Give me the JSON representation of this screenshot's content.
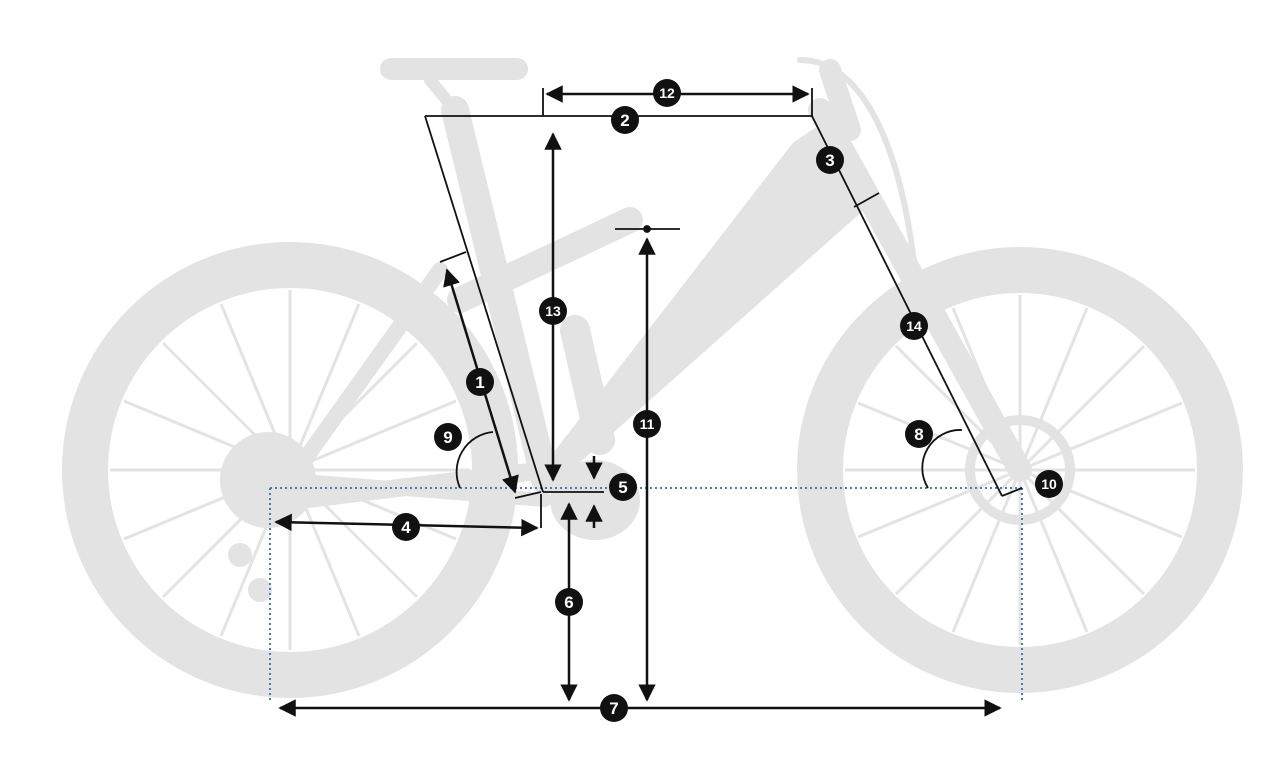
{
  "colors": {
    "silhouette": "#e3e3e3",
    "line": "#111111",
    "dotted": "#4a7bb0",
    "badge_fill": "#111111",
    "badge_text": "#ffffff"
  },
  "labels": {
    "m1": "1",
    "m2": "2",
    "m3": "3",
    "m4": "4",
    "m5": "5",
    "m6": "6",
    "m7": "7",
    "m8": "8",
    "m9": "9",
    "m10": "10",
    "m11": "11",
    "m12": "12",
    "m13": "13",
    "m14": "14"
  }
}
